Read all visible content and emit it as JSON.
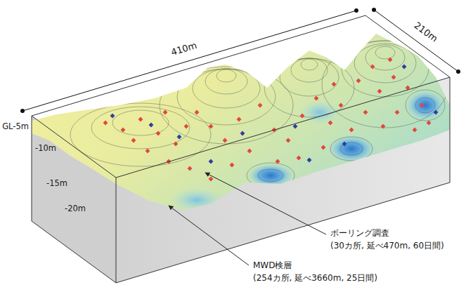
{
  "diagram": {
    "labels": [
      "410m",
      "210m",
      "GL-5m",
      "-10m",
      "-15m",
      "-20m",
      "ボーリング調査",
      "(30カ所, 延べ470m, 60日間)",
      "MWD検層",
      "(254カ所, 延べ3660m, 25日間)"
    ]
  }
}
